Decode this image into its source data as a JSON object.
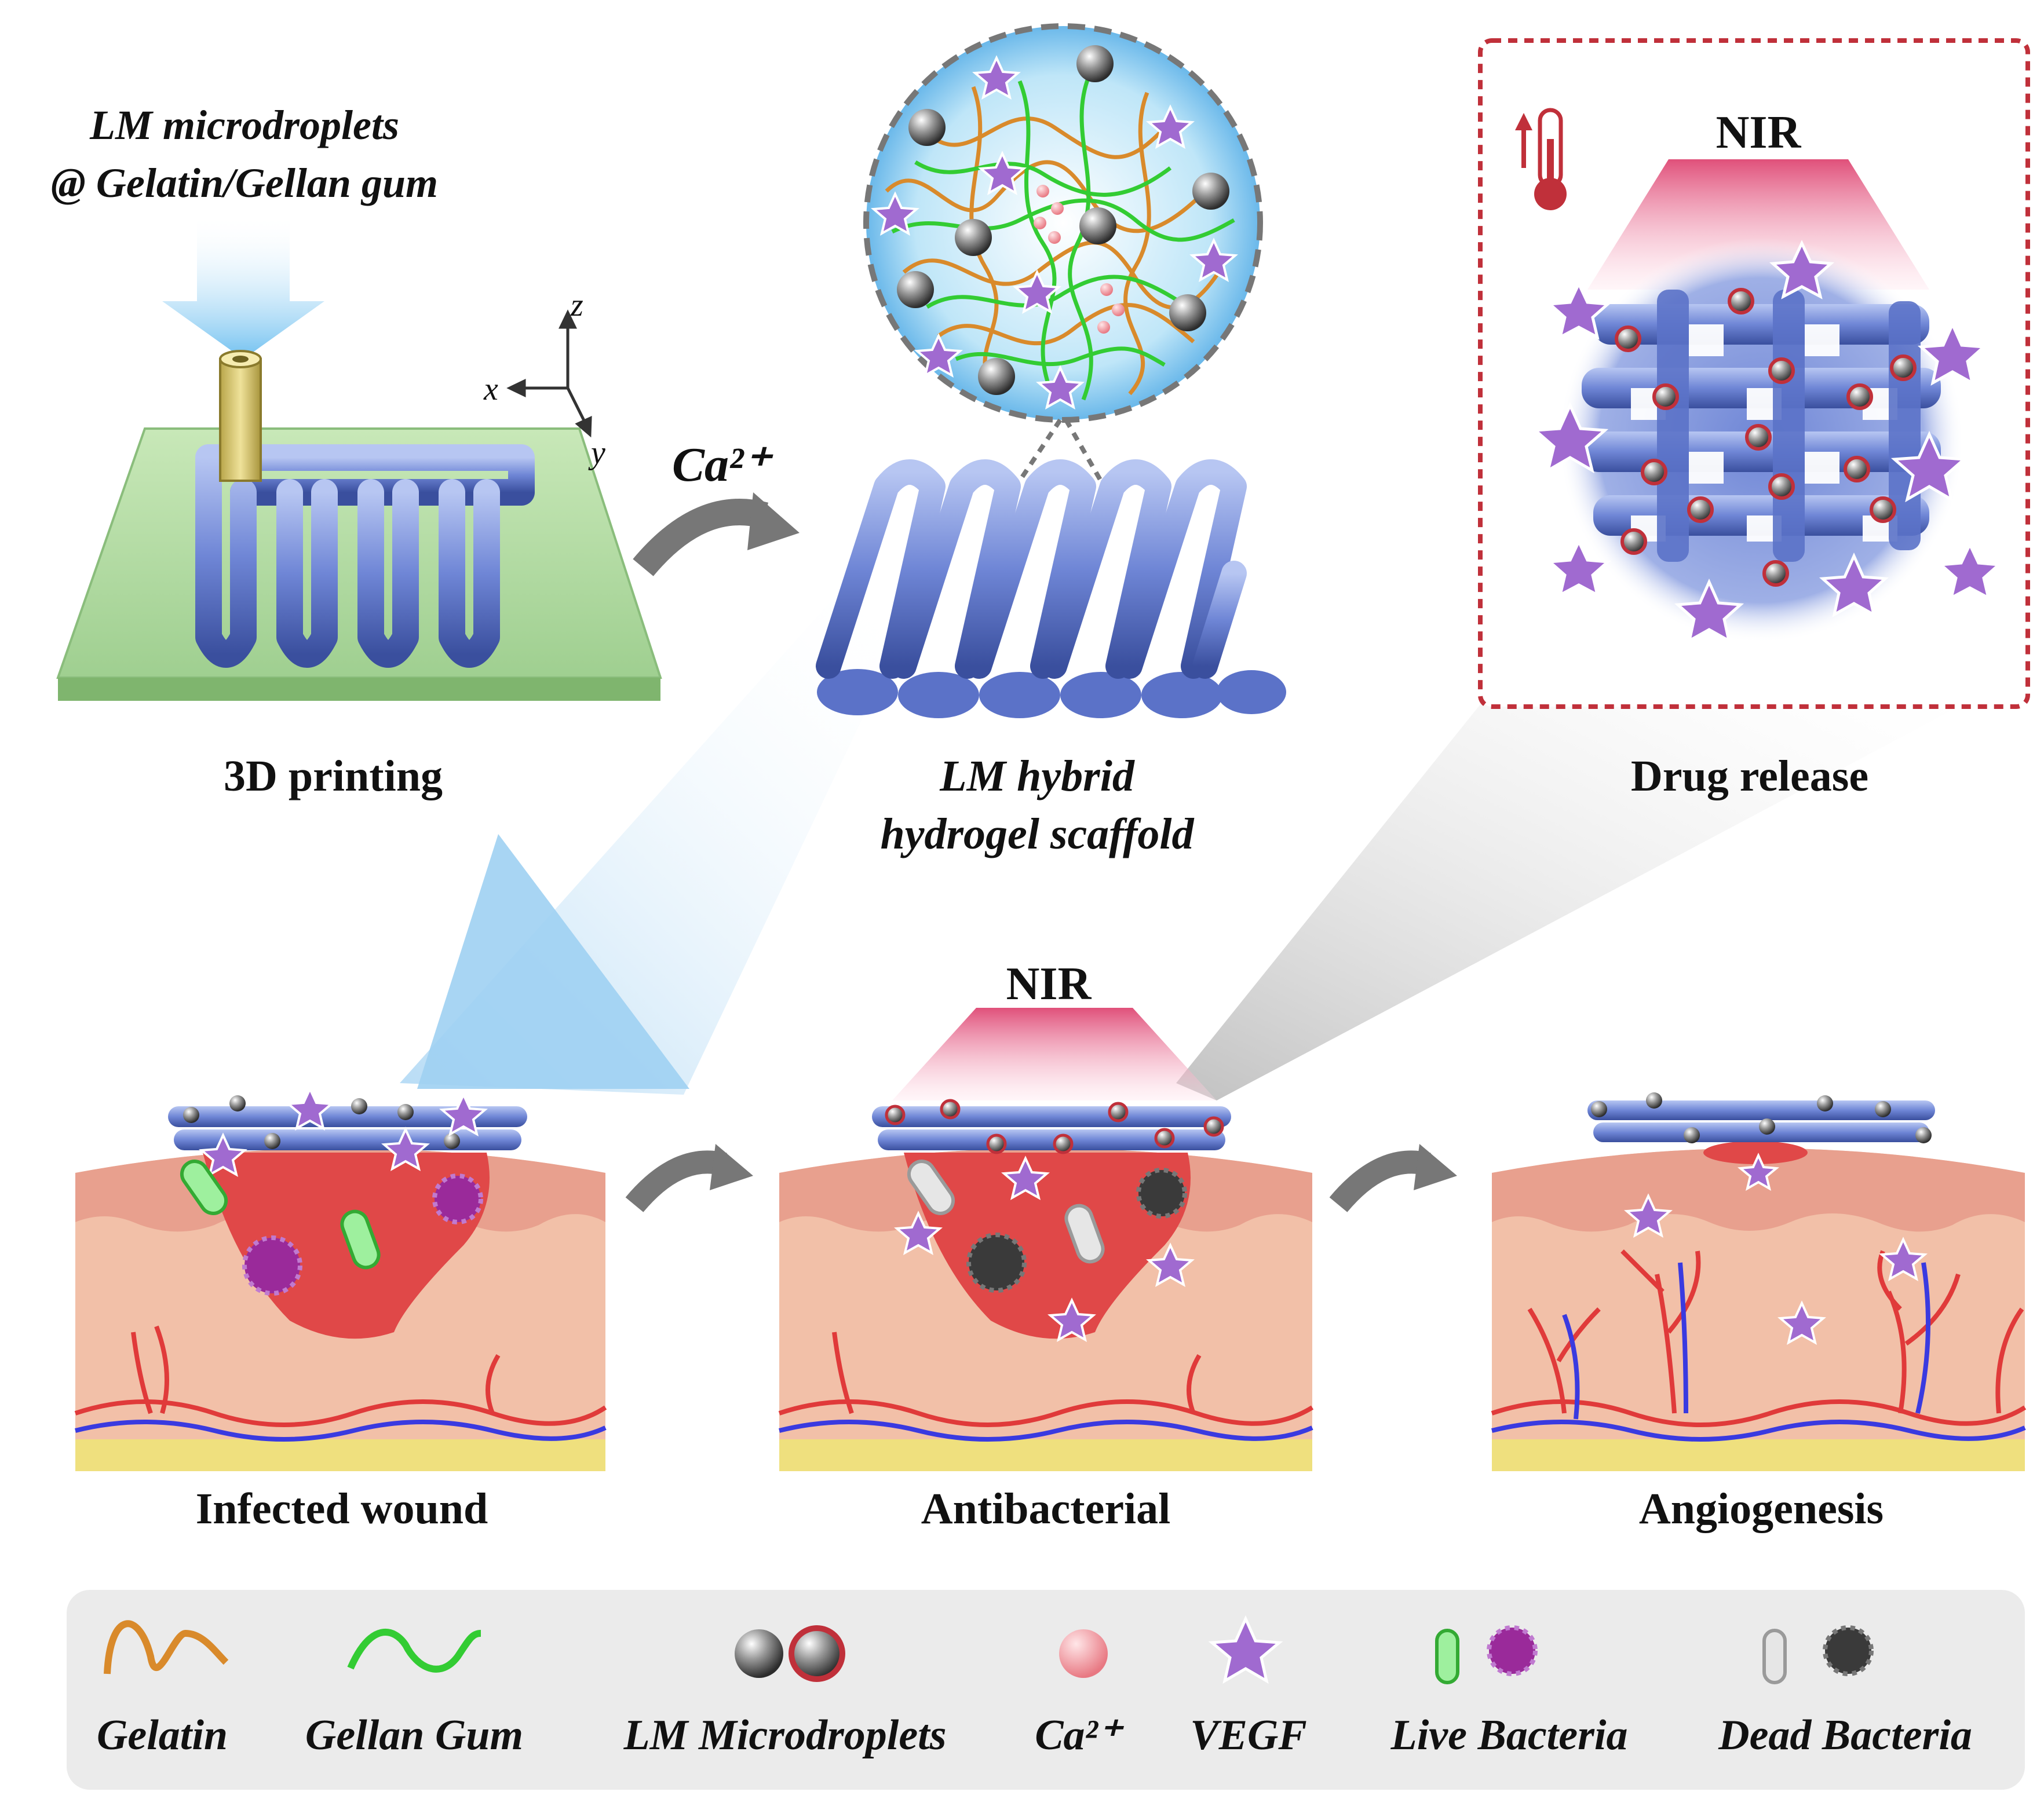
{
  "top": {
    "ink_label_line1": "LM microdroplets",
    "ink_label_line2": "@ Gelatin/Gellan gum",
    "axis_x": "x",
    "axis_y": "y",
    "axis_z": "z",
    "printing_caption": "3D printing",
    "crosslinker_label": "Ca²⁺",
    "scaffold_caption_line1": "LM hybrid",
    "scaffold_caption_line2": "hydrogel scaffold",
    "nir_label": "NIR",
    "release_caption": "Drug release"
  },
  "bottom": {
    "nir_label": "NIR",
    "wound_caption": "Infected wound",
    "antibacterial_caption": "Antibacterial",
    "angiogenesis_caption": "Angiogenesis"
  },
  "legend": {
    "gelatin": "Gelatin",
    "gellan": "Gellan Gum",
    "lm": "LM Microdroplets",
    "ca": "Ca²⁺",
    "vegf": "VEGF",
    "live": "Live Bacteria",
    "dead": "Dead Bacteria"
  },
  "colors": {
    "gelatin": "#d98a2b",
    "gellan": "#33cc33",
    "scaffold_blue": "#6f86d6",
    "vegf": "#a06ad0",
    "ca": "#f08d95",
    "wound": "#e04848",
    "skin": "#f2c0a8",
    "nir": "#e0507a",
    "frame_red": "#c0303a"
  }
}
